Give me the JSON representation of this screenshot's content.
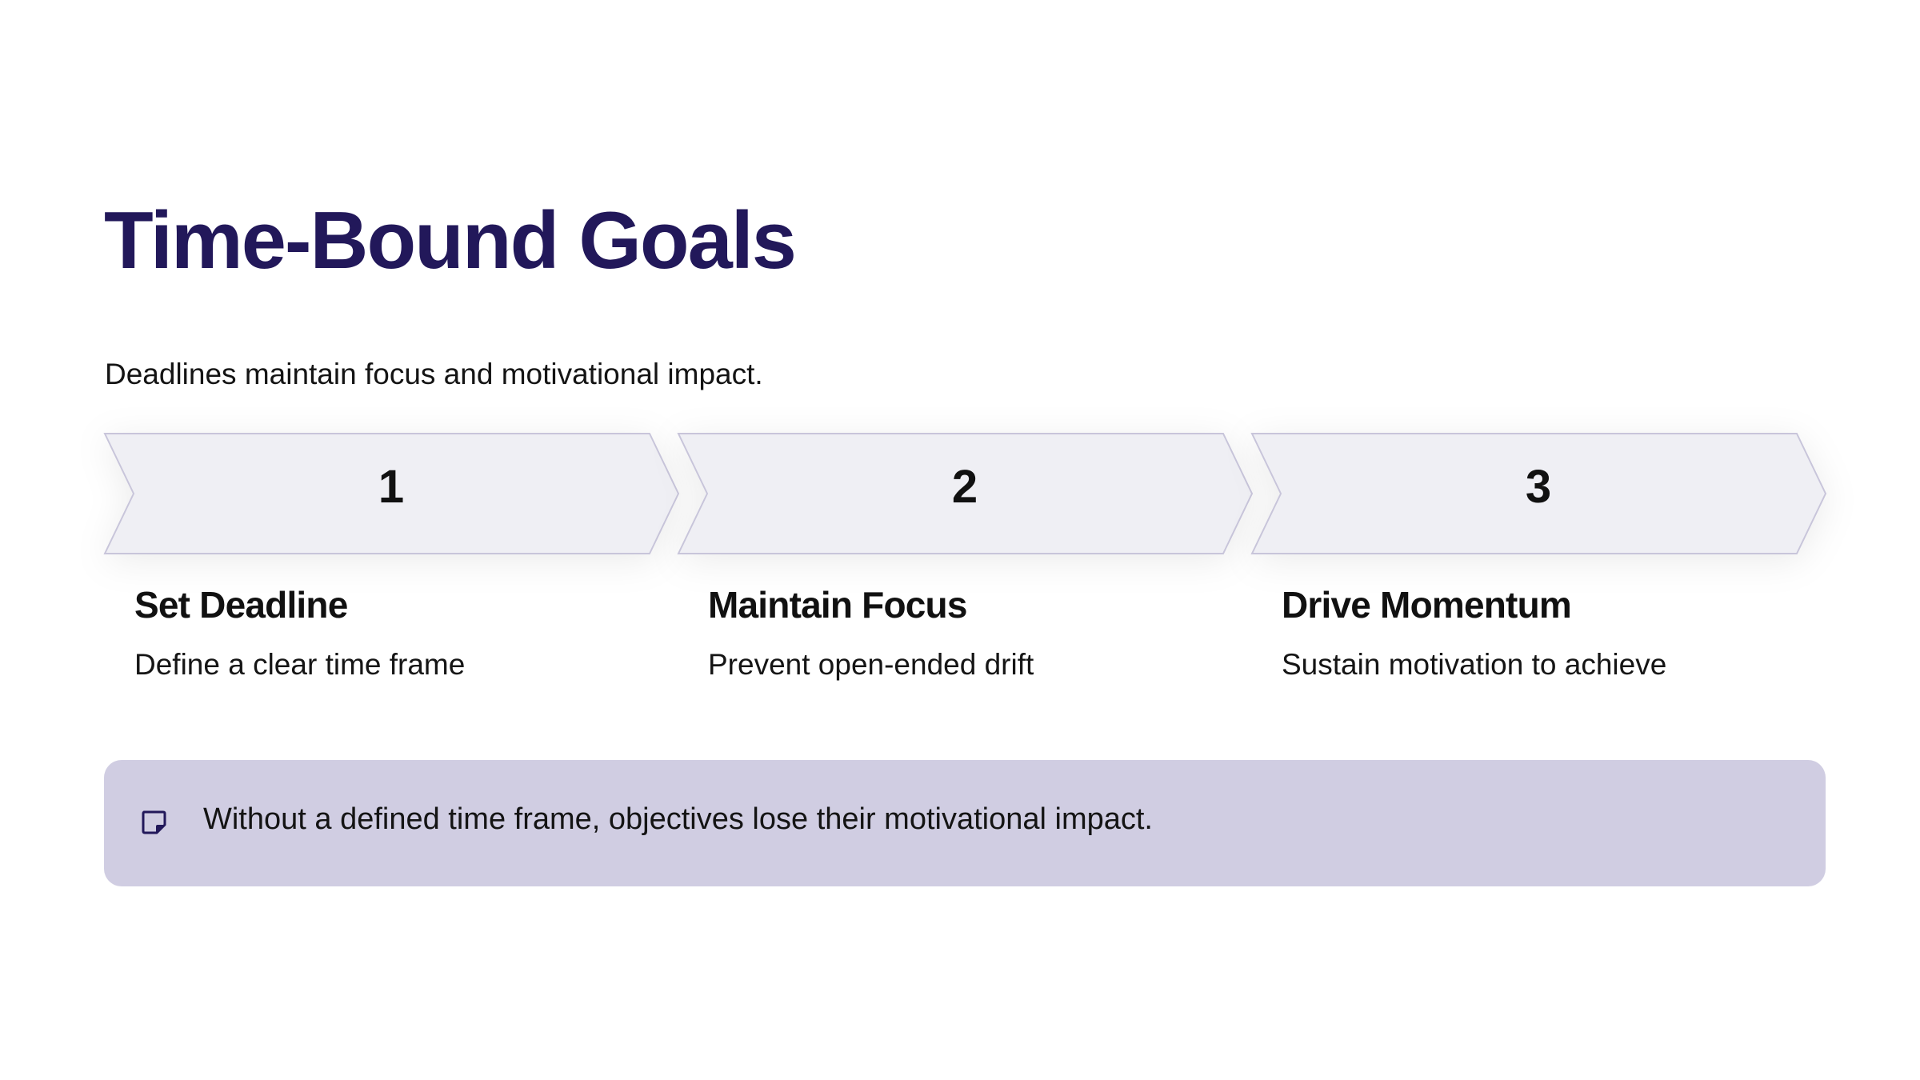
{
  "slide": {
    "title": "Time-Bound Goals",
    "subtitle": "Deadlines maintain focus and motivational impact."
  },
  "steps": [
    {
      "number": "1",
      "title": "Set Deadline",
      "description": "Define a clear time frame"
    },
    {
      "number": "2",
      "title": "Maintain Focus",
      "description": "Prevent open-ended drift"
    },
    {
      "number": "3",
      "title": "Drive Momentum",
      "description": "Sustain motivation to achieve"
    }
  ],
  "callout": {
    "icon": "sticky-note-icon",
    "text": "Without a defined time frame, objectives lose their motivational impact."
  },
  "colors": {
    "title": "#22185a",
    "chevron_fill": "#efeff4",
    "chevron_stroke": "#c8c5da",
    "callout_background": "#d0cde2",
    "icon": "#22185a"
  }
}
